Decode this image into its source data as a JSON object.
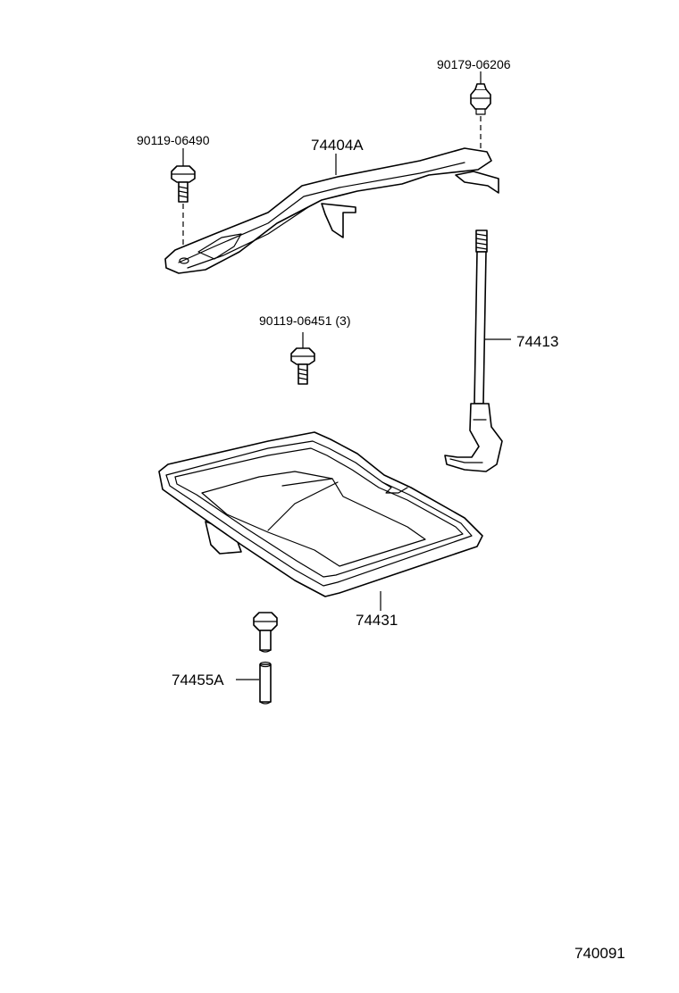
{
  "labels": {
    "nut_top": "90179-06206",
    "bolt_left": "90119-06490",
    "hold_down_clamp": "74404A",
    "bolt_mid": "90119-06451 (3)",
    "rod": "74413",
    "battery_tray": "74431",
    "bolt_bottom": "74455A",
    "diagram_id": "740091"
  }
}
